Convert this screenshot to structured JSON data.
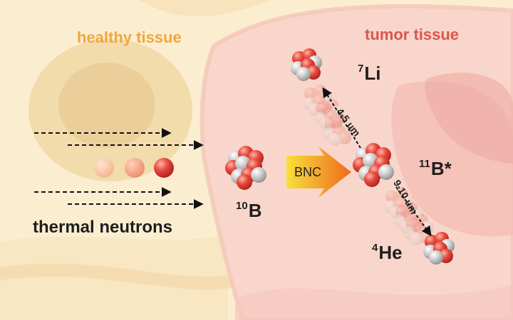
{
  "labels": {
    "healthy_tissue": "healthy tissue",
    "tumor_tissue": "tumor tissue",
    "thermal_neutrons": "thermal neutrons",
    "reaction": "BNC",
    "distance_li": "4-5 um",
    "distance_he": "9-10 um"
  },
  "isotopes": {
    "li7": {
      "mass": "7",
      "symbol": "Li"
    },
    "b10": {
      "mass": "10",
      "symbol": "B"
    },
    "b11": {
      "mass": "11",
      "symbol": "B*"
    },
    "he4": {
      "mass": "4",
      "symbol": "He"
    }
  },
  "colors": {
    "healthy_label": "#f0a640",
    "tumor_label": "#d9574e",
    "proton": "#e0453c",
    "neutron": "#c8c8c8",
    "arrow_gradient_start": "#f8e03a",
    "arrow_gradient_end": "#f06a1e",
    "healthy_background": "#fbeed0",
    "tumor_background": "#f9d6cb"
  },
  "icons": {
    "neutron_particle": "neutron-sphere-icon",
    "nucleus": "nucleus-cluster-icon",
    "reaction_arrow": "reaction-arrow-icon"
  }
}
